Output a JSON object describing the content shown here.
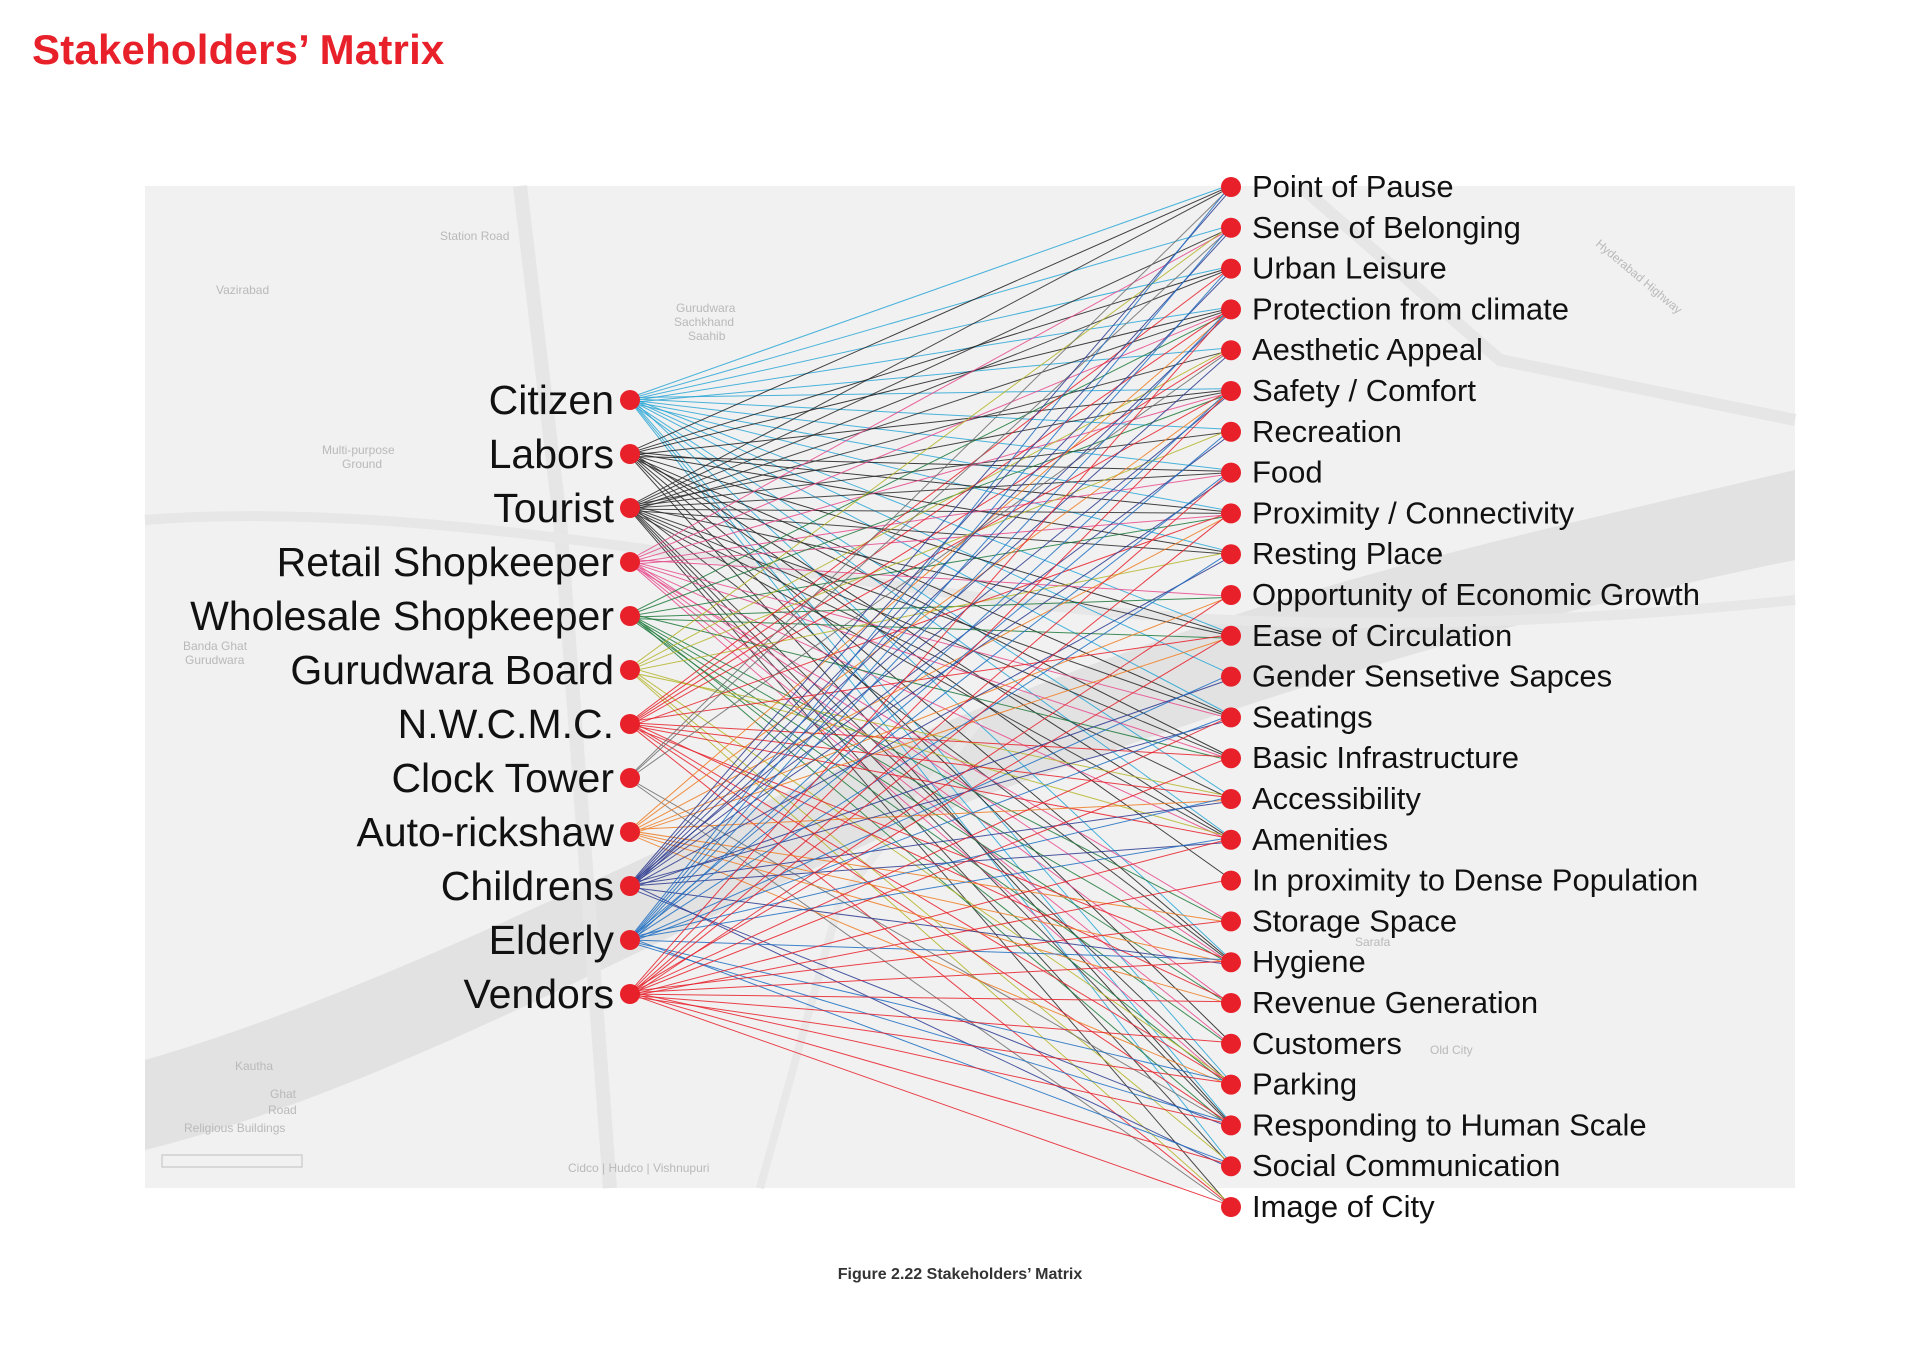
{
  "title": "Stakeholders’ Matrix",
  "caption": "Figure 2.22 Stakeholders’  Matrix",
  "colors": {
    "accent": "#e8202a",
    "node": "#e8202a",
    "map_background": "#efefef"
  },
  "map_labels": [
    "Station Road",
    "Vazirabad",
    "Gurudwara",
    "Sachkhand",
    "Saahib",
    "Multi-purpose",
    "Ground",
    "Banda Ghat",
    "Gurudwara",
    "Hyderabad Highway",
    "Sarafa",
    "Old City",
    "Kautha",
    "Ghat",
    "Road",
    "Religious Buildings",
    "Cidco | Hudco | Vishnupuri"
  ],
  "stakeholders": [
    "Citizen",
    "Labors",
    "Tourist",
    "Retail Shopkeeper",
    "Wholesale Shopkeeper",
    "Gurudwara Board",
    "N.W.C.M.C.",
    "Clock Tower",
    "Auto-rickshaw",
    "Childrens",
    "Elderly",
    "Vendors"
  ],
  "needs": [
    "Point of Pause",
    "Sense of Belonging",
    "Urban Leisure",
    "Protection from climate",
    "Aesthetic Appeal",
    "Safety / Comfort",
    "Recreation",
    "Food",
    "Proximity / Connectivity",
    "Resting Place",
    "Opportunity of Economic Growth",
    "Ease of Circulation",
    "Gender Sensetive Sapces",
    "Seatings",
    "Basic Infrastructure",
    "Accessibility",
    "Amenities",
    "In proximity to Dense Population",
    "Storage Space",
    "Hygiene",
    "Revenue Generation",
    "Customers",
    "Parking",
    "Responding to Human Scale",
    "Social Communication",
    "Image of City"
  ],
  "links": [
    {
      "stakeholder": "Citizen",
      "color": "#2aa7d6",
      "needs": [
        0,
        1,
        2,
        3,
        4,
        5,
        6,
        7,
        8,
        9,
        11,
        12,
        13,
        15,
        16,
        19,
        22,
        23,
        24
      ]
    },
    {
      "stakeholder": "Labors",
      "color": "#1e1e1e",
      "needs": [
        0,
        2,
        3,
        5,
        7,
        8,
        9,
        11,
        13,
        14,
        16,
        17,
        19,
        21,
        23
      ]
    },
    {
      "stakeholder": "Tourist",
      "color": "#2b2b2b",
      "needs": [
        0,
        1,
        2,
        3,
        4,
        5,
        6,
        7,
        8,
        9,
        11,
        13,
        14,
        15,
        16,
        19,
        22,
        23,
        24,
        25
      ]
    },
    {
      "stakeholder": "Retail Shopkeeper",
      "color": "#e64a8c",
      "needs": [
        1,
        3,
        5,
        7,
        8,
        10,
        13,
        14,
        16,
        18,
        19,
        20,
        21,
        22
      ]
    },
    {
      "stakeholder": "Wholesale Shopkeeper",
      "color": "#1f7a3c",
      "needs": [
        3,
        5,
        8,
        10,
        11,
        14,
        18,
        19,
        20,
        21,
        22,
        23
      ]
    },
    {
      "stakeholder": "Gurudwara Board",
      "color": "#b5b52a",
      "needs": [
        1,
        4,
        6,
        9,
        15,
        16,
        22,
        24,
        25
      ]
    },
    {
      "stakeholder": "N.W.C.M.C.",
      "color": "#e8202a",
      "needs": [
        2,
        3,
        4,
        5,
        8,
        11,
        14,
        15,
        16,
        19,
        20,
        22,
        23,
        25
      ]
    },
    {
      "stakeholder": "Clock Tower",
      "color": "#6e6e6e",
      "needs": [
        0,
        1,
        4,
        23,
        25
      ]
    },
    {
      "stakeholder": "Auto-rickshaw",
      "color": "#f07b21",
      "needs": [
        3,
        5,
        8,
        10,
        11,
        15,
        18,
        19,
        20,
        22
      ]
    },
    {
      "stakeholder": "Childrens",
      "color": "#2b3a8f",
      "needs": [
        0,
        1,
        2,
        3,
        4,
        5,
        6,
        7,
        9,
        12,
        13,
        15,
        16,
        19,
        23,
        24
      ]
    },
    {
      "stakeholder": "Elderly",
      "color": "#1f6fc2",
      "needs": [
        0,
        1,
        2,
        3,
        5,
        6,
        7,
        9,
        12,
        13,
        15,
        16,
        19,
        22,
        23,
        24
      ]
    },
    {
      "stakeholder": "Vendors",
      "color": "#e8202a",
      "needs": [
        3,
        5,
        7,
        8,
        10,
        11,
        13,
        14,
        16,
        17,
        18,
        19,
        20,
        21,
        22,
        23,
        24,
        25
      ]
    }
  ]
}
